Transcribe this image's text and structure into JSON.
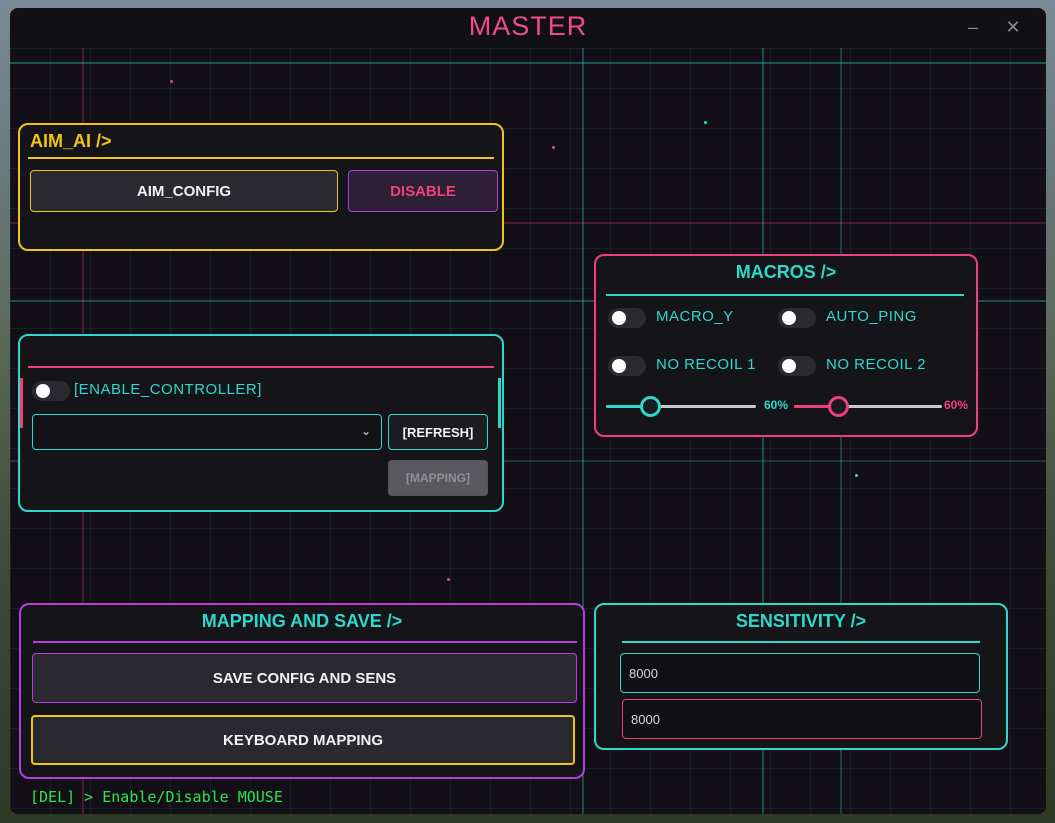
{
  "window": {
    "title": "MASTER",
    "minimize_icon": "minimize-icon",
    "close_icon": "close-icon"
  },
  "aim_panel": {
    "title": "AIM_AI />",
    "config_button": "AIM_CONFIG",
    "disable_button": "DISABLE",
    "accent": "#f0c419"
  },
  "controller_panel": {
    "toggle_label": "[ENABLE_CONTROLLER]",
    "toggle_on": false,
    "dropdown_value": "",
    "refresh_button": "[REFRESH]",
    "mapping_button": "[MAPPING]",
    "accent": "#2fd8cc"
  },
  "macros_panel": {
    "title": "MACROS />",
    "toggles": [
      {
        "label": "MACRO_Y",
        "on": false
      },
      {
        "label": "AUTO_PING",
        "on": false
      },
      {
        "label": "NO RECOIL 1",
        "on": false
      },
      {
        "label": "NO RECOIL 2",
        "on": false
      }
    ],
    "slider1": {
      "value": 60,
      "label": "60%"
    },
    "slider2": {
      "value": 60,
      "label": "60%"
    },
    "accent": "#f0407a"
  },
  "mapping_panel": {
    "title": "MAPPING AND SAVE />",
    "save_button": "SAVE CONFIG AND SENS",
    "keyboard_button": "KEYBOARD MAPPING",
    "accent": "#b43ce0"
  },
  "sensitivity_panel": {
    "title": "SENSITIVITY />",
    "input1_value": "8000",
    "input2_value": "8000"
  },
  "footer": {
    "hint": "[DEL] > Enable/Disable MOUSE"
  },
  "colors": {
    "yellow": "#f0c419",
    "cyan": "#2fd8cc",
    "pink": "#f0407a",
    "purple": "#b43ce0",
    "green": "#2ee64a"
  }
}
